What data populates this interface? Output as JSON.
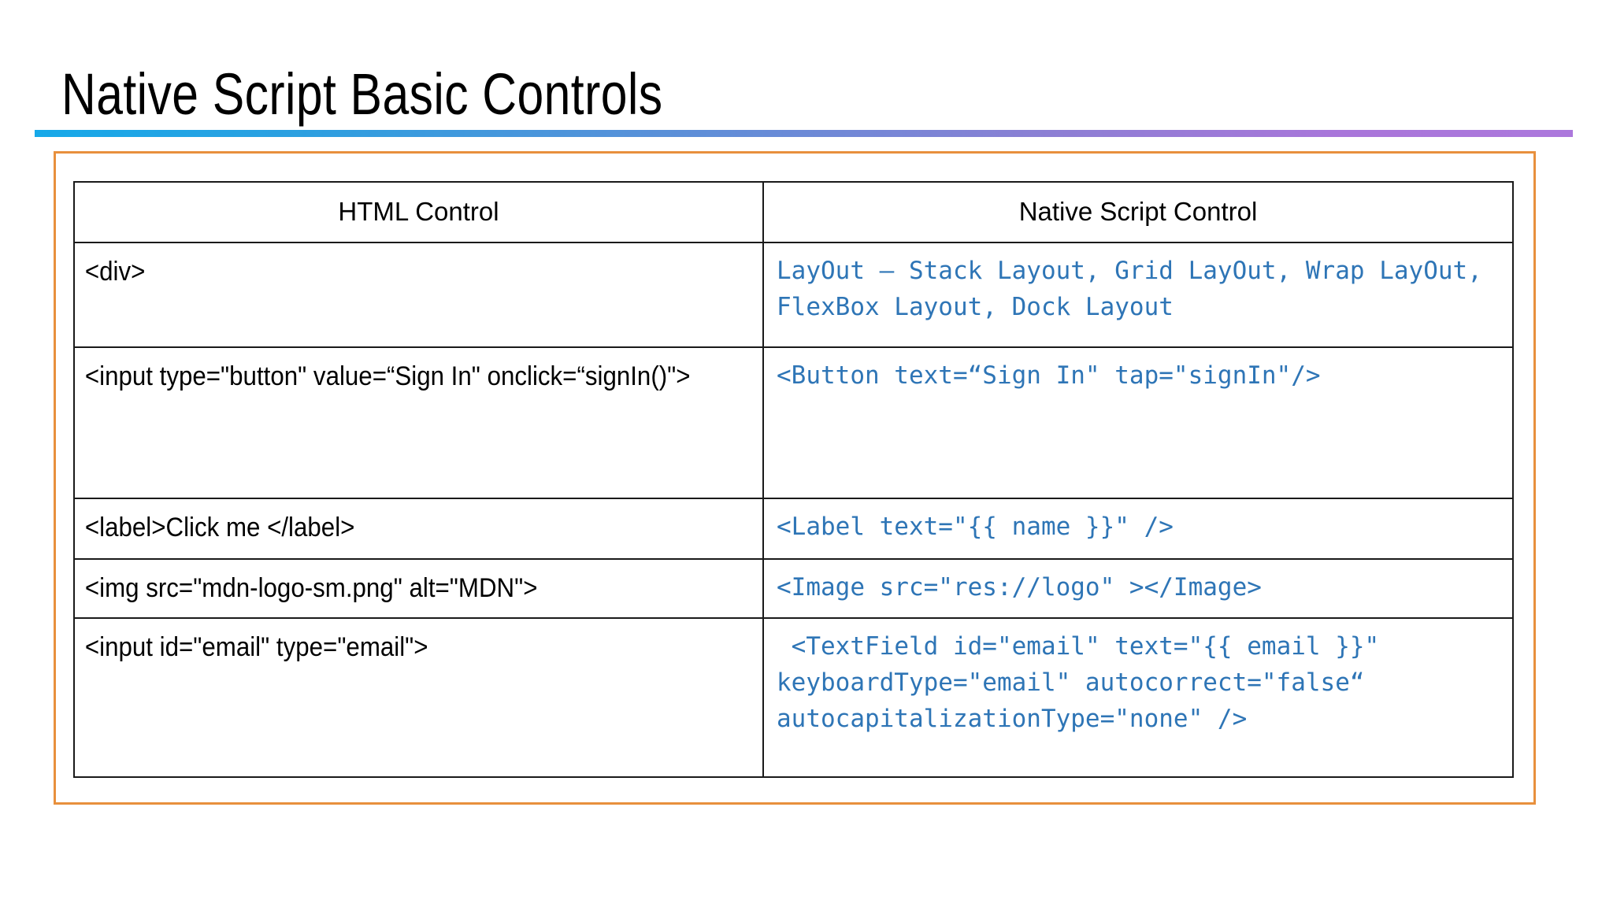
{
  "slide": {
    "title": "Native Script Basic Controls",
    "accent_gradient_start": "#16A9E9",
    "accent_gradient_end": "#AC78DC",
    "frame_border_color": "#E8903D",
    "code_color": "#2E75B6",
    "text_color": "#000000"
  },
  "table": {
    "headers": {
      "html": "HTML Control",
      "native": "Native Script Control"
    },
    "rows": [
      {
        "html": "<div>",
        "native": "LayOut – Stack Layout, Grid LayOut, Wrap LayOut, FlexBox Layout, Dock Layout"
      },
      {
        "html": "<input type=\"button\" value=“Sign In\" onclick=“signIn()\">",
        "native": "<Button text=“Sign In\" tap=\"signIn\"/>"
      },
      {
        "html": "<label>Click me </label>",
        "native": "<Label text=\"{{ name }}\" />"
      },
      {
        "html": "<img src=\"mdn-logo-sm.png\" alt=\"MDN\">",
        "native": "<Image src=\"res://logo\" ></Image>"
      },
      {
        "html": "<input id=\"email\" type=\"email\">",
        "native": " <TextField id=\"email\" text=\"{{ email }}\" keyboardType=\"email\" autocorrect=\"false“ autocapitalizationType=\"none\" />"
      }
    ]
  }
}
